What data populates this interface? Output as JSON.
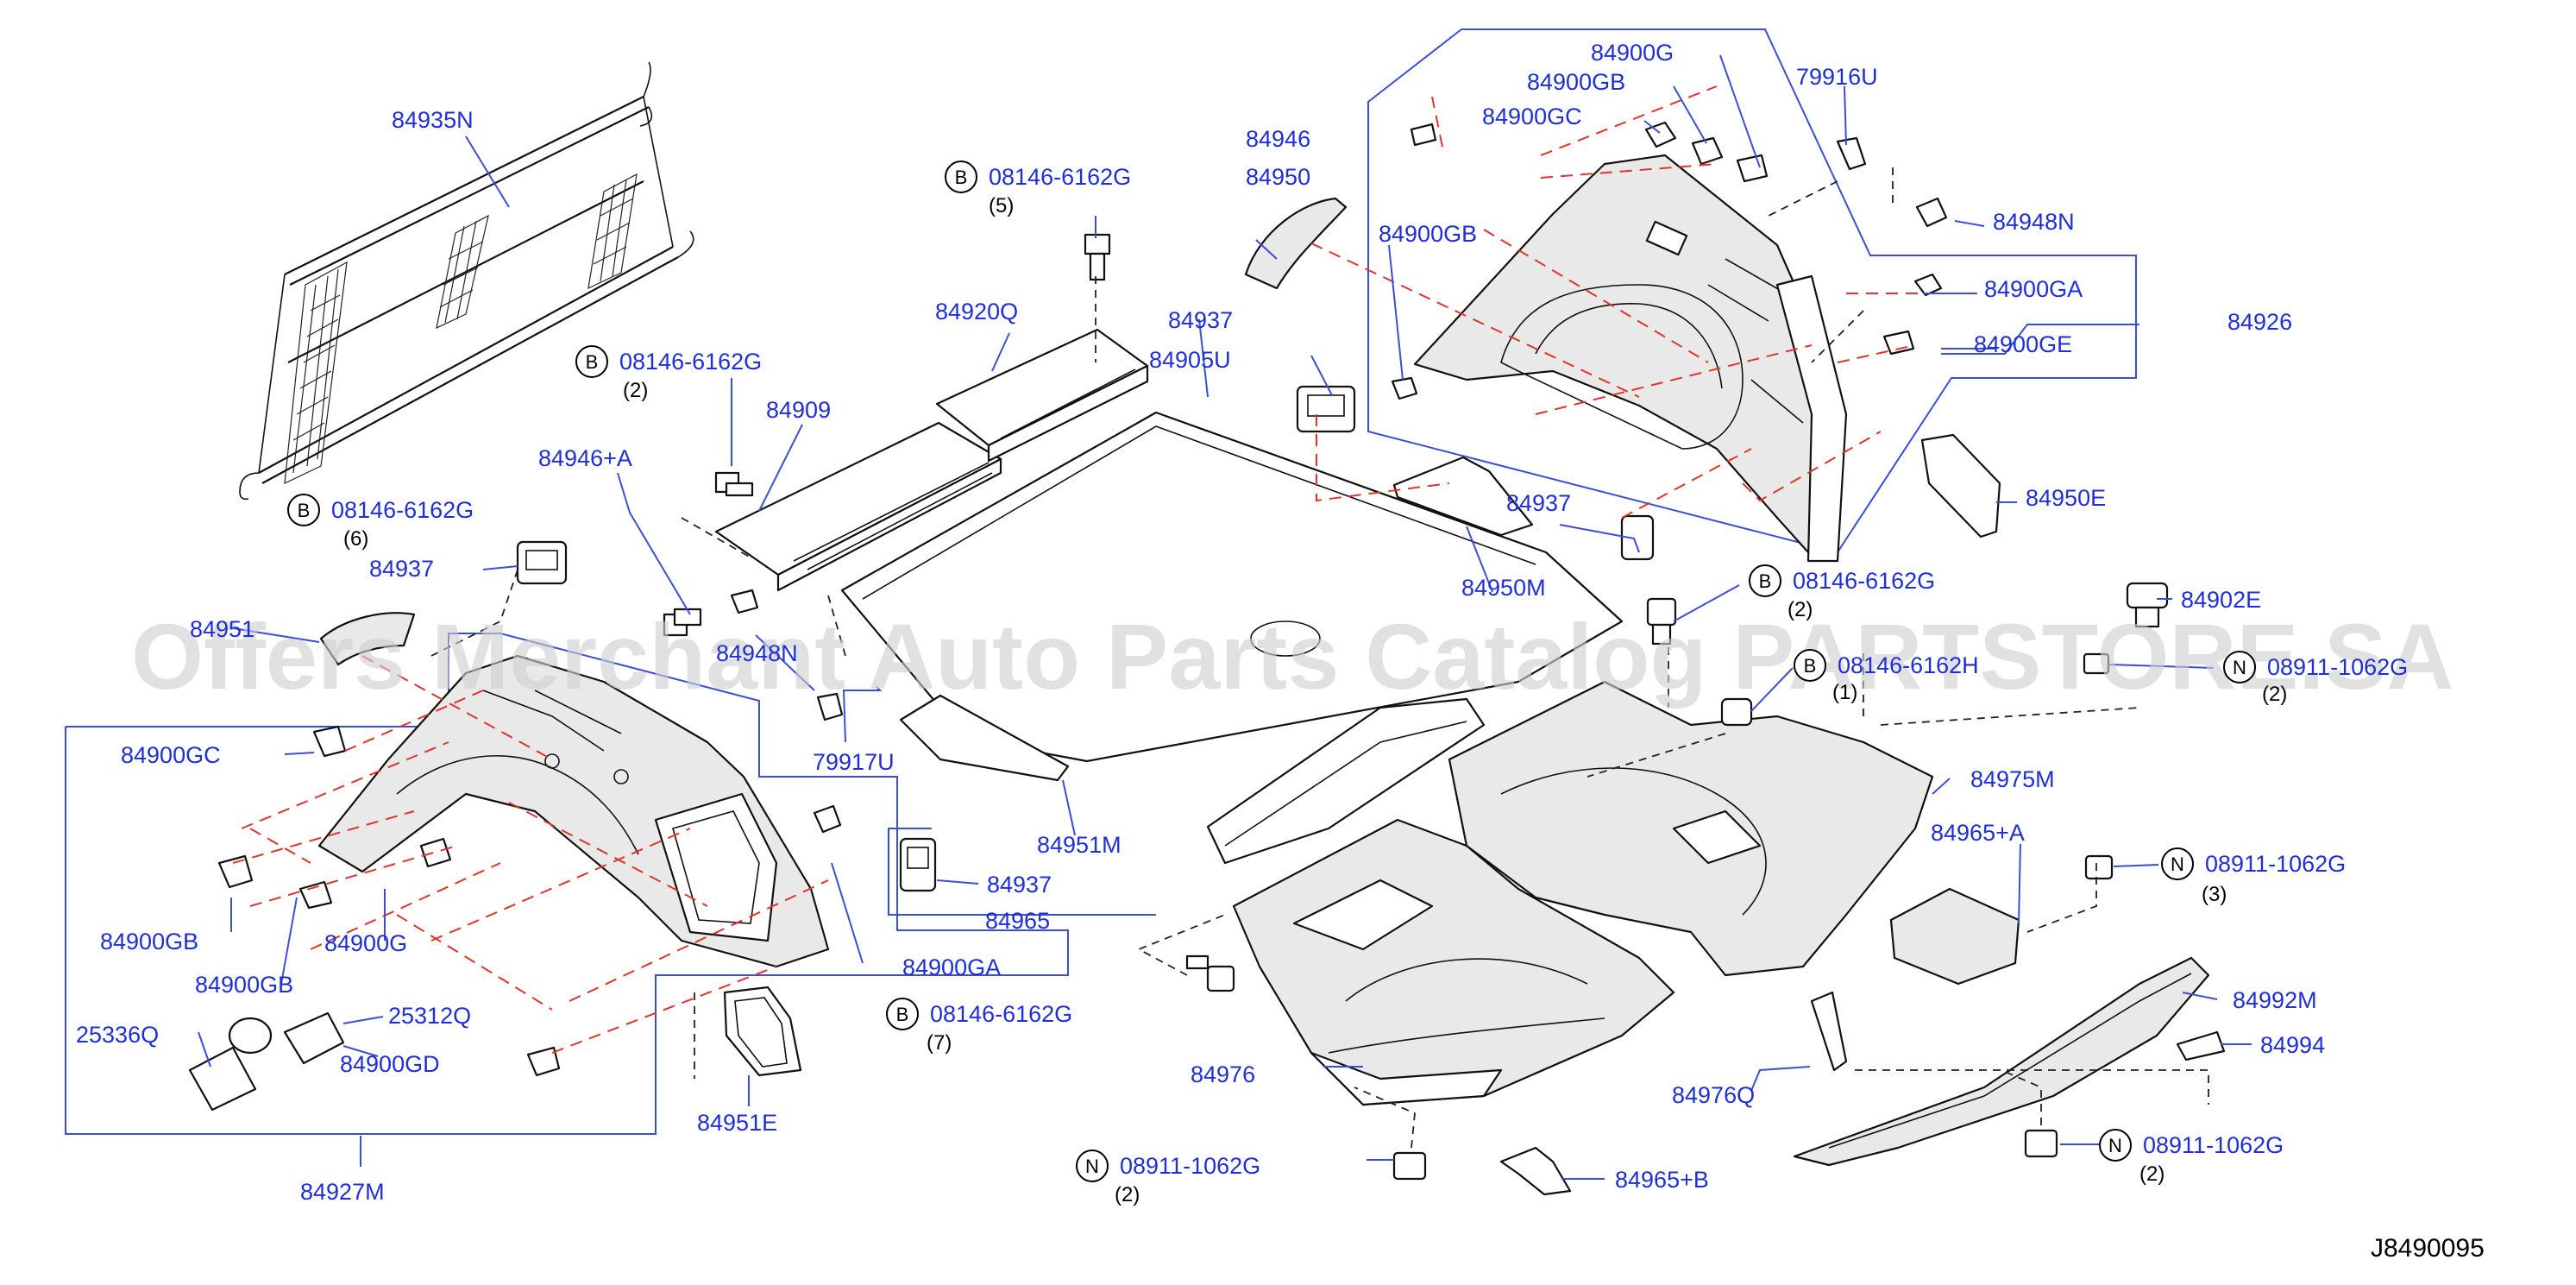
{
  "diagram": {
    "watermark": "Offers Merchant Auto Parts Catalog PARTSTORE.SA",
    "drawing_code": "J8490095",
    "callouts": [
      {
        "id": "c1",
        "text": "84935N"
      },
      {
        "id": "c2",
        "text": "08146-6162G",
        "marker": "B",
        "qty": "(6)"
      },
      {
        "id": "c3",
        "text": "08146-6162G",
        "marker": "B",
        "qty": "(2)"
      },
      {
        "id": "c4",
        "text": "84909"
      },
      {
        "id": "c5",
        "text": "84946+A"
      },
      {
        "id": "c6",
        "text": "84937"
      },
      {
        "id": "c7",
        "text": "08146-6162G",
        "marker": "B",
        "qty": "(5)"
      },
      {
        "id": "c8",
        "text": "84920Q"
      },
      {
        "id": "c9",
        "text": "84937"
      },
      {
        "id": "c10",
        "text": "84905U"
      },
      {
        "id": "c11",
        "text": "84946"
      },
      {
        "id": "c12",
        "text": "84950"
      },
      {
        "id": "c13",
        "text": "84900G"
      },
      {
        "id": "c14",
        "text": "84900GB"
      },
      {
        "id": "c15",
        "text": "84900GC"
      },
      {
        "id": "c16",
        "text": "79916U"
      },
      {
        "id": "c17",
        "text": "84948N"
      },
      {
        "id": "c18",
        "text": "84900GB"
      },
      {
        "id": "c19",
        "text": "84900GA"
      },
      {
        "id": "c20",
        "text": "84926"
      },
      {
        "id": "c21",
        "text": "84900GE"
      },
      {
        "id": "c22",
        "text": "84950E"
      },
      {
        "id": "c23",
        "text": "84937"
      },
      {
        "id": "c24",
        "text": "84950M"
      },
      {
        "id": "c25",
        "text": "08146-6162G",
        "marker": "B",
        "qty": "(2)"
      },
      {
        "id": "c26",
        "text": "84902E"
      },
      {
        "id": "c27",
        "text": "08146-6162H",
        "marker": "B",
        "qty": "(1)"
      },
      {
        "id": "c28",
        "text": "08911-1062G",
        "marker": "N",
        "qty": "(2)"
      },
      {
        "id": "c29",
        "text": "84951"
      },
      {
        "id": "c30",
        "text": "84948N"
      },
      {
        "id": "c31",
        "text": "79917U"
      },
      {
        "id": "c32",
        "text": "84900GC"
      },
      {
        "id": "c33",
        "text": "84951M"
      },
      {
        "id": "c34",
        "text": "84975M"
      },
      {
        "id": "c35",
        "text": "84965+A"
      },
      {
        "id": "c36",
        "text": "84937"
      },
      {
        "id": "c37",
        "text": "84965"
      },
      {
        "id": "c38",
        "text": "08911-1062G",
        "marker": "N",
        "qty": "(3)"
      },
      {
        "id": "c39",
        "text": "84900GB"
      },
      {
        "id": "c40",
        "text": "84900G"
      },
      {
        "id": "c41",
        "text": "84900GA"
      },
      {
        "id": "c42",
        "text": "84900GB"
      },
      {
        "id": "c43",
        "text": "25336Q"
      },
      {
        "id": "c44",
        "text": "25312Q"
      },
      {
        "id": "c45",
        "text": "84900GD"
      },
      {
        "id": "c46",
        "text": "08146-6162G",
        "marker": "B",
        "qty": "(7)"
      },
      {
        "id": "c47",
        "text": "84992M"
      },
      {
        "id": "c48",
        "text": "84976"
      },
      {
        "id": "c49",
        "text": "84994"
      },
      {
        "id": "c50",
        "text": "84976Q"
      },
      {
        "id": "c51",
        "text": "84951E"
      },
      {
        "id": "c52",
        "text": "08911-1062G",
        "marker": "N",
        "qty": "(2)"
      },
      {
        "id": "c53",
        "text": "84965+B"
      },
      {
        "id": "c54",
        "text": "08911-1062G",
        "marker": "N",
        "qty": "(2)"
      },
      {
        "id": "c55",
        "text": "84927M"
      }
    ]
  }
}
